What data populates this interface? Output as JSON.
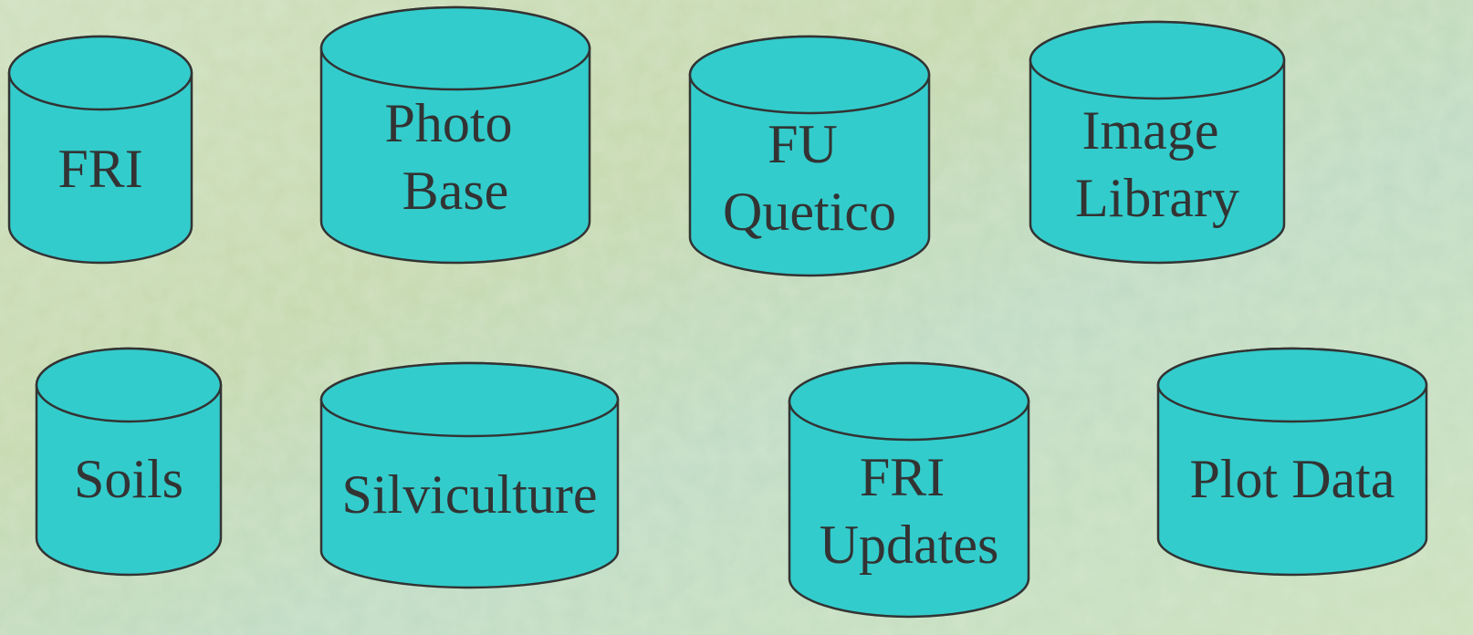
{
  "theme": {
    "cylinder_fill": "#33cccc",
    "cylinder_stroke": "#333333",
    "text_color": "#333333",
    "background": "#c9dcb6"
  },
  "databases": [
    {
      "lines": [
        "FRI"
      ]
    },
    {
      "lines": [
        "Photo",
        "Base"
      ]
    },
    {
      "lines": [
        "FU",
        "Quetico"
      ]
    },
    {
      "lines": [
        "Image",
        "Library"
      ]
    },
    {
      "lines": [
        "Soils"
      ]
    },
    {
      "lines": [
        "Silviculture"
      ]
    },
    {
      "lines": [
        "FRI",
        "Updates"
      ]
    },
    {
      "lines": [
        "Plot Data"
      ]
    }
  ]
}
